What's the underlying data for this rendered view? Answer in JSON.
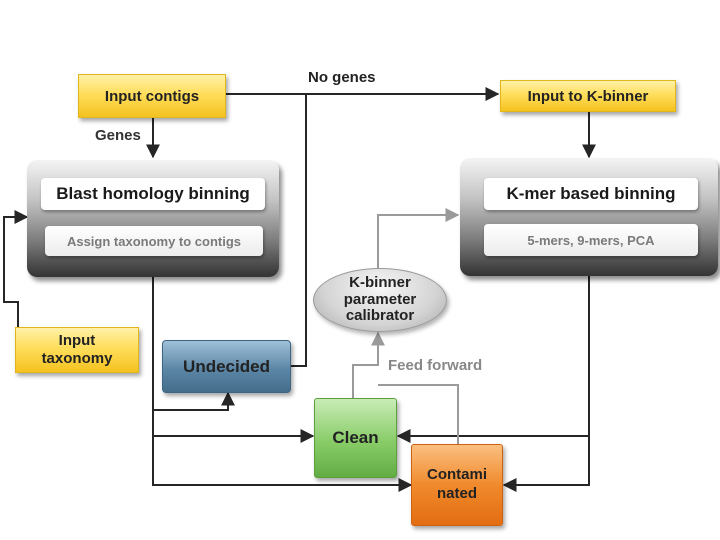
{
  "nodes": {
    "input_contigs": "Input contigs",
    "input_kbinner": "Input to K-binner",
    "input_taxonomy": "Input\ntaxonomy",
    "blast": {
      "title": "Blast homology binning",
      "sub": "Assign taxonomy to contigs"
    },
    "kmer": {
      "title": "K-mer based binning",
      "sub": "5-mers, 9-mers, PCA"
    },
    "calibrator": "K-binner\nparameter\ncalibrator",
    "undecided": "Undecided",
    "clean": "Clean",
    "contaminated": "Contami\nnated"
  },
  "edge_labels": {
    "no_genes": "No genes",
    "genes": "Genes",
    "feed_forward": "Feed forward"
  },
  "colors": {
    "line_dark": "#262626",
    "line_gray": "#9a9a9a",
    "undecided": "#5c86a6",
    "clean": "#7ec464",
    "contaminated": "#ee7d22",
    "input_yellow": "#ffd84a"
  }
}
